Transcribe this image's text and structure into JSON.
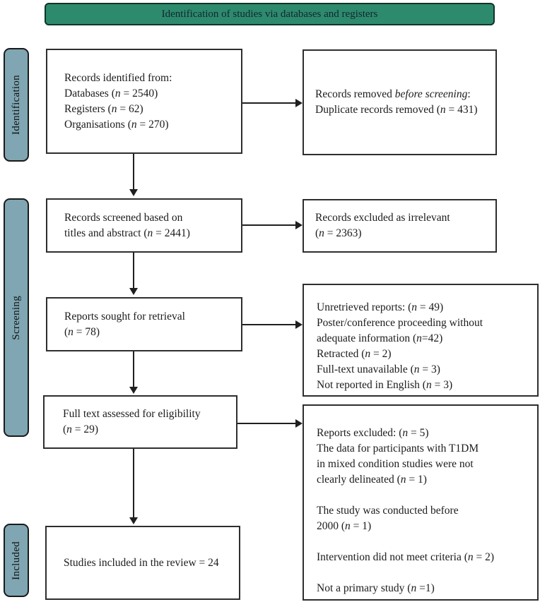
{
  "title_band": {
    "label": "Identification of studies via databases and registers"
  },
  "colors": {
    "header_bg": "#2E8A6C",
    "header_border": "#0D352B",
    "header_text": "#0F2733",
    "stage_bg": "#7FA6B2",
    "stage_border": "#1A1A1A",
    "box_border": "#2E2E2E",
    "arrow": "#1F1F1F",
    "text": "#1B1B1B"
  },
  "stages": {
    "identification": "Identification",
    "screening": "Screening",
    "included": "Included"
  },
  "boxes": {
    "records_identified": [
      [
        {
          "t": "Records identified from:"
        }
      ],
      [
        {
          "t": "Databases ("
        },
        {
          "t": "n",
          "i": true
        },
        {
          "t": " = 2540)"
        }
      ],
      [
        {
          "t": "Registers ("
        },
        {
          "t": "n",
          "i": true
        },
        {
          "t": " = 62)"
        }
      ],
      [
        {
          "t": "Organisations ("
        },
        {
          "t": "n",
          "i": true
        },
        {
          "t": " = 270)"
        }
      ]
    ],
    "records_removed": [
      [
        {
          "t": "Records removed "
        },
        {
          "t": "before screening",
          "i": true
        },
        {
          "t": ":"
        }
      ],
      [
        {
          "t": "Duplicate records removed ("
        },
        {
          "t": "n",
          "i": true
        },
        {
          "t": " = 431)"
        }
      ]
    ],
    "records_screened": [
      [
        {
          "t": "Records screened based on"
        }
      ],
      [
        {
          "t": "titles and abstract ("
        },
        {
          "t": "n",
          "i": true
        },
        {
          "t": " = 2441)"
        }
      ]
    ],
    "records_excluded": [
      [
        {
          "t": "Records excluded as irrelevant"
        }
      ],
      [
        {
          "t": "("
        },
        {
          "t": "n",
          "i": true
        },
        {
          "t": " = 2363)"
        }
      ]
    ],
    "reports_sought": [
      [
        {
          "t": "Reports sought for retrieval"
        }
      ],
      [
        {
          "t": "("
        },
        {
          "t": "n",
          "i": true
        },
        {
          "t": " = 78)"
        }
      ]
    ],
    "unretrieved_reports": [
      [
        {
          "t": "Unretrieved reports: ("
        },
        {
          "t": "n",
          "i": true
        },
        {
          "t": " = 49)"
        }
      ],
      [
        {
          "t": "Poster/conference proceeding without"
        }
      ],
      [
        {
          "t": "adequate information ("
        },
        {
          "t": "n",
          "i": true
        },
        {
          "t": "=42)"
        }
      ],
      [
        {
          "t": "Retracted ("
        },
        {
          "t": "n",
          "i": true
        },
        {
          "t": " = 2)"
        }
      ],
      [
        {
          "t": "Full-text unavailable ("
        },
        {
          "t": "n",
          "i": true
        },
        {
          "t": " = 3)"
        }
      ],
      [
        {
          "t": "Not reported in English ("
        },
        {
          "t": "n",
          "i": true
        },
        {
          "t": " = 3)"
        }
      ]
    ],
    "fulltext_assessed": [
      [
        {
          "t": "Full text assessed for eligibility"
        }
      ],
      [
        {
          "t": "("
        },
        {
          "t": "n",
          "i": true
        },
        {
          "t": " = 29)"
        }
      ]
    ],
    "reports_excluded": [
      [
        {
          "t": "Reports excluded: ("
        },
        {
          "t": "n",
          "i": true
        },
        {
          "t": " = 5)"
        }
      ],
      [
        {
          "t": "The data for participants with T1DM"
        }
      ],
      [
        {
          "t": "in mixed condition studies were not"
        }
      ],
      [
        {
          "t": "clearly delineated ("
        },
        {
          "t": "n",
          "i": true
        },
        {
          "t": " = 1)"
        }
      ],
      [],
      [
        {
          "t": "The study was conducted before"
        }
      ],
      [
        {
          "t": "2000 ("
        },
        {
          "t": "n",
          "i": true
        },
        {
          "t": " = 1)"
        }
      ],
      [],
      [
        {
          "t": "Intervention did not meet criteria ("
        },
        {
          "t": "n",
          "i": true
        },
        {
          "t": " = 2)"
        }
      ],
      [],
      [
        {
          "t": "Not a primary study ("
        },
        {
          "t": "n",
          "i": true
        },
        {
          "t": " =1)"
        }
      ]
    ],
    "studies_included": [
      [
        {
          "t": "Studies included in the review = 24"
        }
      ]
    ]
  }
}
